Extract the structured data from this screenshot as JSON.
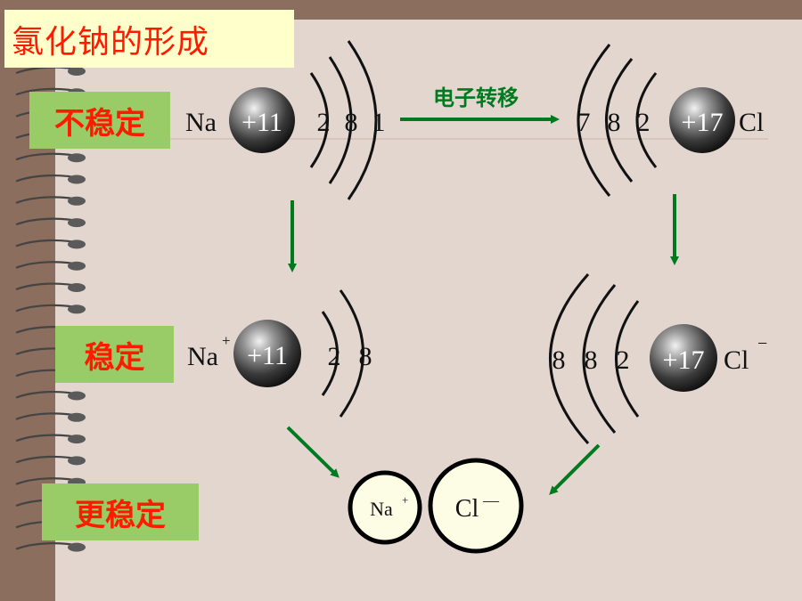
{
  "title": "氯化钠的形成",
  "stages": {
    "unstable": "不稳定",
    "stable": "稳定",
    "more_stable": "更稳定"
  },
  "transfer_label": "电子转移",
  "na_atom": {
    "symbol": "Na",
    "nucleus": "+11",
    "shells": [
      "2",
      "8",
      "1"
    ]
  },
  "cl_atom": {
    "symbol": "Cl",
    "nucleus": "+17",
    "shells": [
      "7",
      "8",
      "2"
    ]
  },
  "na_ion": {
    "symbol": "Na",
    "charge": "+",
    "nucleus": "+11",
    "shells": [
      "2",
      "8"
    ]
  },
  "cl_ion": {
    "symbol": "Cl",
    "charge": "−",
    "nucleus": "+17",
    "shells": [
      "8",
      "8",
      "2"
    ]
  },
  "product": {
    "na": "Na",
    "na_charge": "+",
    "cl": "Cl",
    "cl_charge": "—"
  },
  "colors": {
    "arrow": "#007a1f",
    "title": "#ff1a00",
    "label_bg": "#99cc66",
    "title_bg": "#ffffcc"
  }
}
